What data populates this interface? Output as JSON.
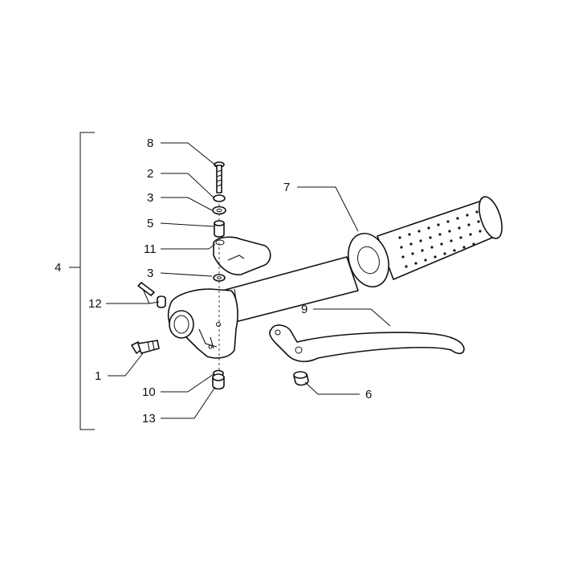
{
  "assembly_label": "4",
  "callouts": [
    {
      "id": "8",
      "text": "8"
    },
    {
      "id": "2",
      "text": "2"
    },
    {
      "id": "3a",
      "text": "3"
    },
    {
      "id": "5",
      "text": "5"
    },
    {
      "id": "11",
      "text": "11"
    },
    {
      "id": "3b",
      "text": "3"
    },
    {
      "id": "12",
      "text": "12"
    },
    {
      "id": "1",
      "text": "1"
    },
    {
      "id": "10",
      "text": "10"
    },
    {
      "id": "13",
      "text": "13"
    },
    {
      "id": "7",
      "text": "7"
    },
    {
      "id": "9",
      "text": "9"
    },
    {
      "id": "6",
      "text": "6"
    }
  ]
}
